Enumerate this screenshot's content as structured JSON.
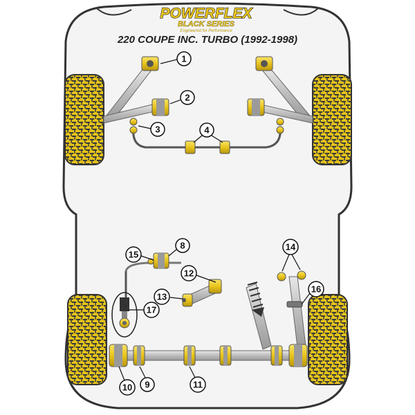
{
  "brand": {
    "name": "POWERFLEX",
    "series": "BLACK SERIES",
    "tagline": "Engineered for Performance",
    "primary_color": "#e9c51c",
    "dark_color": "#1f1f1f"
  },
  "title": "220 COUPE INC. TURBO (1992-1998)",
  "callouts": [
    {
      "id": "c1",
      "label": "1"
    },
    {
      "id": "c2",
      "label": "2"
    },
    {
      "id": "c3",
      "label": "3"
    },
    {
      "id": "c4",
      "label": "4"
    },
    {
      "id": "c8",
      "label": "8"
    },
    {
      "id": "c9",
      "label": "9"
    },
    {
      "id": "c10",
      "label": "10"
    },
    {
      "id": "c11",
      "label": "11"
    },
    {
      "id": "c12",
      "label": "12"
    },
    {
      "id": "c13",
      "label": "13"
    },
    {
      "id": "c14",
      "label": "14"
    },
    {
      "id": "c15",
      "label": "15"
    },
    {
      "id": "c16",
      "label": "16"
    },
    {
      "id": "c17",
      "label": "17"
    }
  ],
  "colors": {
    "body_outline": "#333333",
    "body_fill": "#f4f4f4",
    "tyre_fill": "#e3c21a",
    "tyre_tread": "#3a3a3a",
    "bush_fill": "#e9c51c",
    "arm_fill": "#c9c9c9",
    "arm_stroke": "#666666"
  }
}
